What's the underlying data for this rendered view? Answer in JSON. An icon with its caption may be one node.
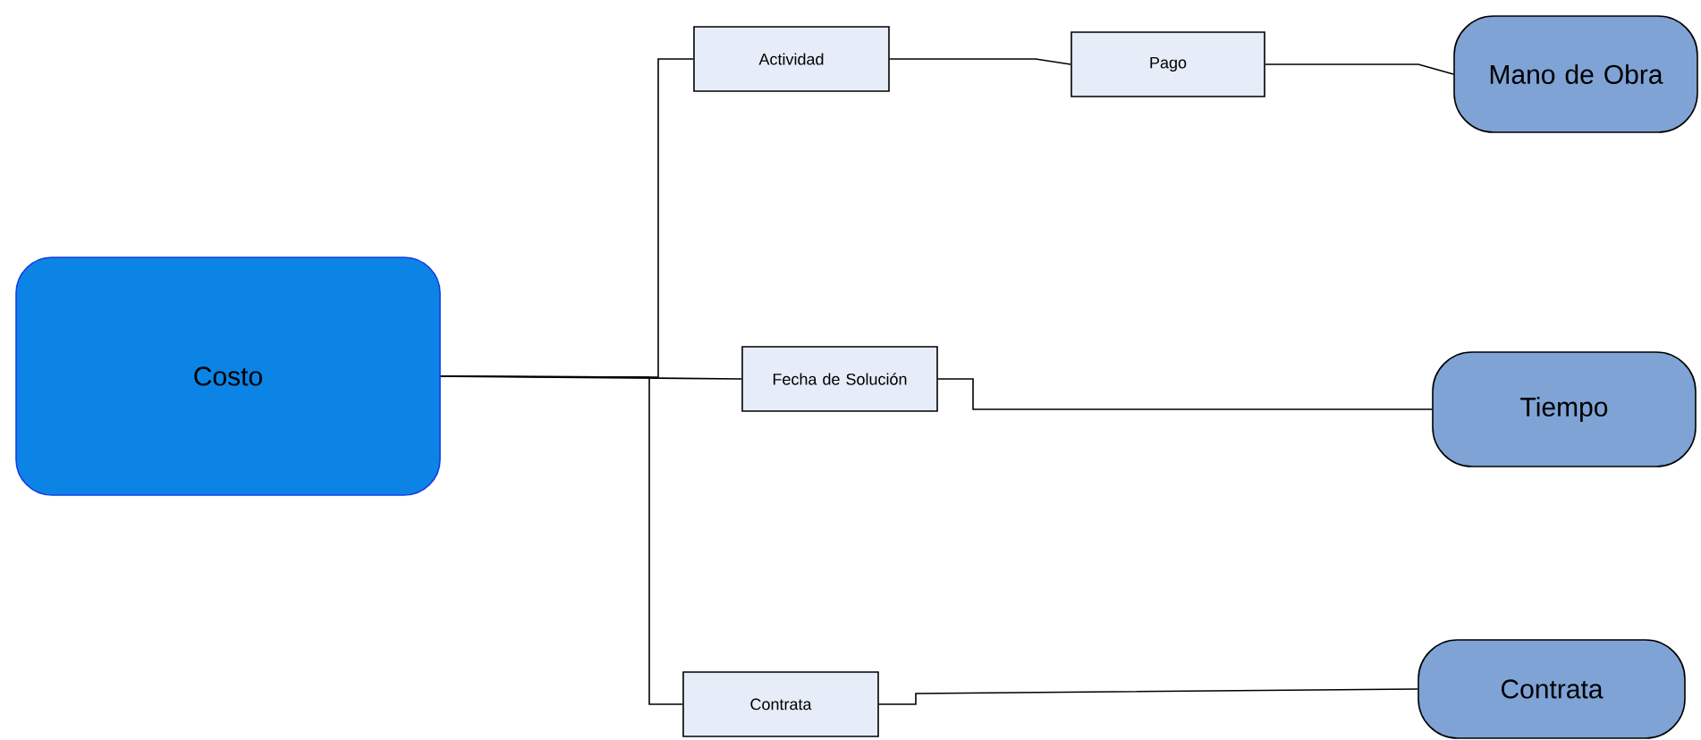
{
  "diagram": {
    "nodes": [
      {
        "text": [
          "Costo"
        ]
      },
      {
        "text": [
          "Actividad"
        ]
      },
      {
        "text": [
          "Pago"
        ]
      },
      {
        "text": [
          "Mano de Obra"
        ]
      },
      {
        "text": [
          "Fecha de Solución"
        ]
      },
      {
        "text": [
          "Tiempo"
        ]
      },
      {
        "text": [
          "Contrata"
        ]
      },
      {
        "text": [
          "Contrata"
        ]
      }
    ],
    "edges": [
      {
        "from": 0,
        "to": 1,
        "arrow": "none"
      },
      {
        "from": 0,
        "to": 4,
        "arrow": "none"
      },
      {
        "from": 0,
        "to": 6,
        "arrow": "none"
      },
      {
        "from": 1,
        "to": 2,
        "arrow": "none"
      },
      {
        "from": 2,
        "to": 3,
        "arrow": "none"
      },
      {
        "from": 4,
        "to": 5,
        "arrow": "none"
      },
      {
        "from": 6,
        "to": 7,
        "arrow": "none"
      }
    ]
  }
}
